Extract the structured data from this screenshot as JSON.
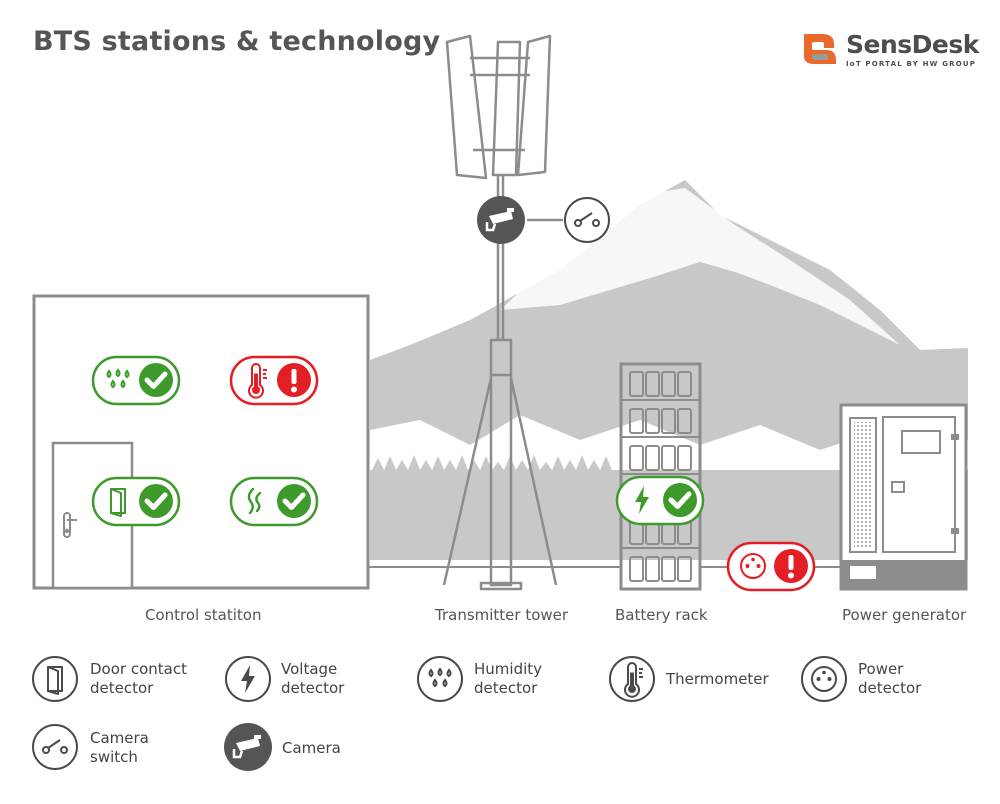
{
  "header": {
    "title": "BTS stations & technology"
  },
  "brand": {
    "name": "SensDesk",
    "tagline": "IoT PORTAL BY HW GROUP",
    "accent": "#e8692a"
  },
  "colors": {
    "ok": "#3e9a2b",
    "alert": "#e31e24",
    "structure": "#8c8c8c",
    "mountain": "#c7c7c7",
    "dark": "#555555"
  },
  "captions": {
    "control": "Control statiton",
    "tower": "Transmitter tower",
    "battery": "Battery rack",
    "generator": "Power generator"
  },
  "sensors": [
    {
      "id": "humidity",
      "icon": "humidity-icon",
      "status": "ok"
    },
    {
      "id": "thermometer",
      "icon": "thermometer-icon",
      "status": "alert"
    },
    {
      "id": "door",
      "icon": "door-contact-icon",
      "status": "ok"
    },
    {
      "id": "flame",
      "icon": "flame-icon",
      "status": "ok"
    },
    {
      "id": "voltage",
      "icon": "voltage-icon",
      "status": "ok"
    },
    {
      "id": "power",
      "icon": "power-socket-icon",
      "status": "alert"
    }
  ],
  "legend": {
    "door": {
      "line1": "Door contact",
      "line2": "detector"
    },
    "voltage": {
      "line1": "Voltage",
      "line2": "detector"
    },
    "humidity": {
      "line1": "Humidity",
      "line2": "detector"
    },
    "thermometer": {
      "line1": "Thermometer"
    },
    "power": {
      "line1": "Power",
      "line2": "detector"
    },
    "camera_switch": {
      "line1": "Camera",
      "line2": "switch"
    },
    "camera": {
      "line1": "Camera"
    }
  }
}
